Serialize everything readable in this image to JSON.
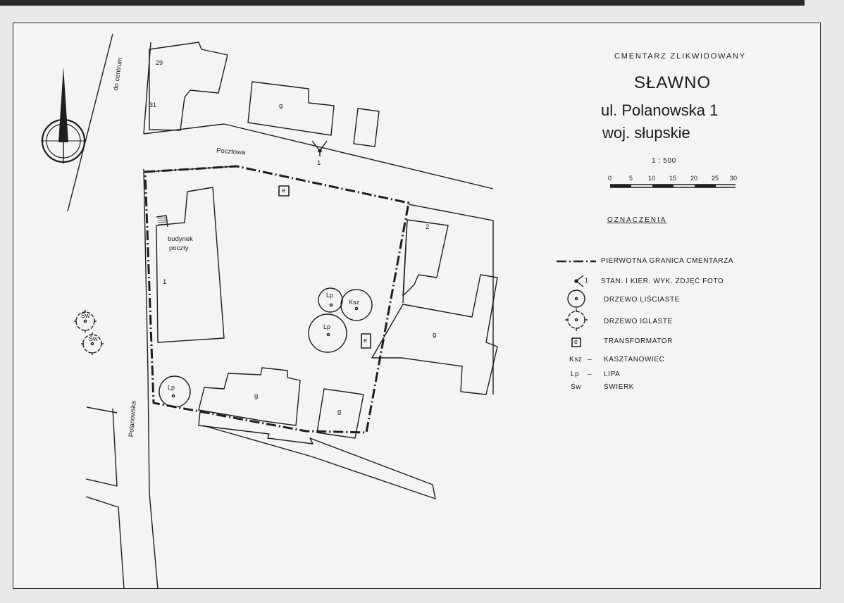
{
  "title": {
    "line1": "CMENTARZ ZLIKWIDOWANY",
    "line2": "SŁAWNO",
    "line3": "ul. Polanowska 1",
    "line4": "woj. słupskie"
  },
  "scale": {
    "ratio": "1 : 500",
    "ticks": [
      "0",
      "5",
      "10",
      "15",
      "20",
      "25",
      "30"
    ]
  },
  "legend": {
    "heading": "OZNACZENIA",
    "items": [
      {
        "symbol": "dash-dot-line",
        "label": "PIERWOTNA GRANICA CMENTARZA"
      },
      {
        "symbol": "photo-station",
        "label": "STAN. I KIER. WYK. ZDJĘĆ FOTO",
        "num": "1"
      },
      {
        "symbol": "deciduous-tree",
        "label": "DRZEWO LIŚCIASTE"
      },
      {
        "symbol": "conifer-tree",
        "label": "DRZEWO IGLASTE"
      },
      {
        "symbol": "transformer",
        "label": "TRANSFORMATOR",
        "mark": "e"
      }
    ],
    "abbrev": [
      {
        "code": "Ksz",
        "sep": "–",
        "name": "KASZTANOWIEC"
      },
      {
        "code": "Lp",
        "sep": "–",
        "name": "LIPA"
      },
      {
        "code": "Św",
        "sep": "",
        "name": "ŚWIERK"
      }
    ]
  },
  "map_labels": {
    "street_centrum": "do centrum",
    "street_pocztowa": "Pocztowa",
    "street_polanowska": "Polanowska",
    "house_29": "29",
    "house_31": "31",
    "post_office_line1": "budynek",
    "post_office_line2": "poczty",
    "post_office_num": "1",
    "building_2": "2",
    "photo_station_num": "1",
    "garage": "g",
    "transformer": "e",
    "tree_lp": "Lp",
    "tree_ksz": "Ksz",
    "tree_sw": "Św"
  }
}
